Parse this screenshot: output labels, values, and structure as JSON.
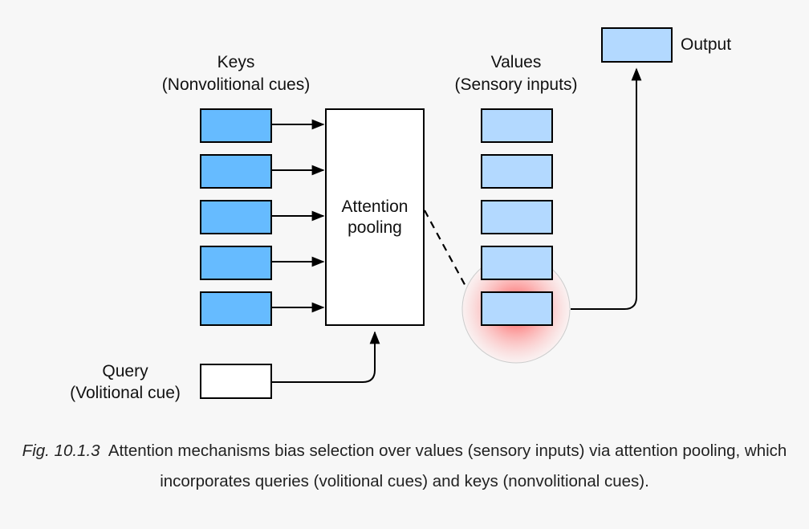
{
  "labels": {
    "keys_title": "Keys",
    "keys_subtitle": "(Nonvolitional cues)",
    "values_title": "Values",
    "values_subtitle": "(Sensory inputs)",
    "attention_line1": "Attention",
    "attention_line2": "pooling",
    "output": "Output",
    "query_title": "Query",
    "query_subtitle": "(Volitional cue)"
  },
  "caption": {
    "figure_number": "Fig. 10.1.3",
    "text": "Attention mechanisms bias selection over values (sensory inputs) via attention pooling, which incorporates queries (volitional cues) and keys (nonvolitional cues)."
  },
  "colors": {
    "key_fill": "#66bbff",
    "value_fill": "#b3d9ff",
    "output_fill": "#b3d9ff",
    "highlight": "#ff4d4d",
    "stroke": "#000000"
  },
  "counts": {
    "keys": 5,
    "values": 5
  },
  "selected_value": 5
}
